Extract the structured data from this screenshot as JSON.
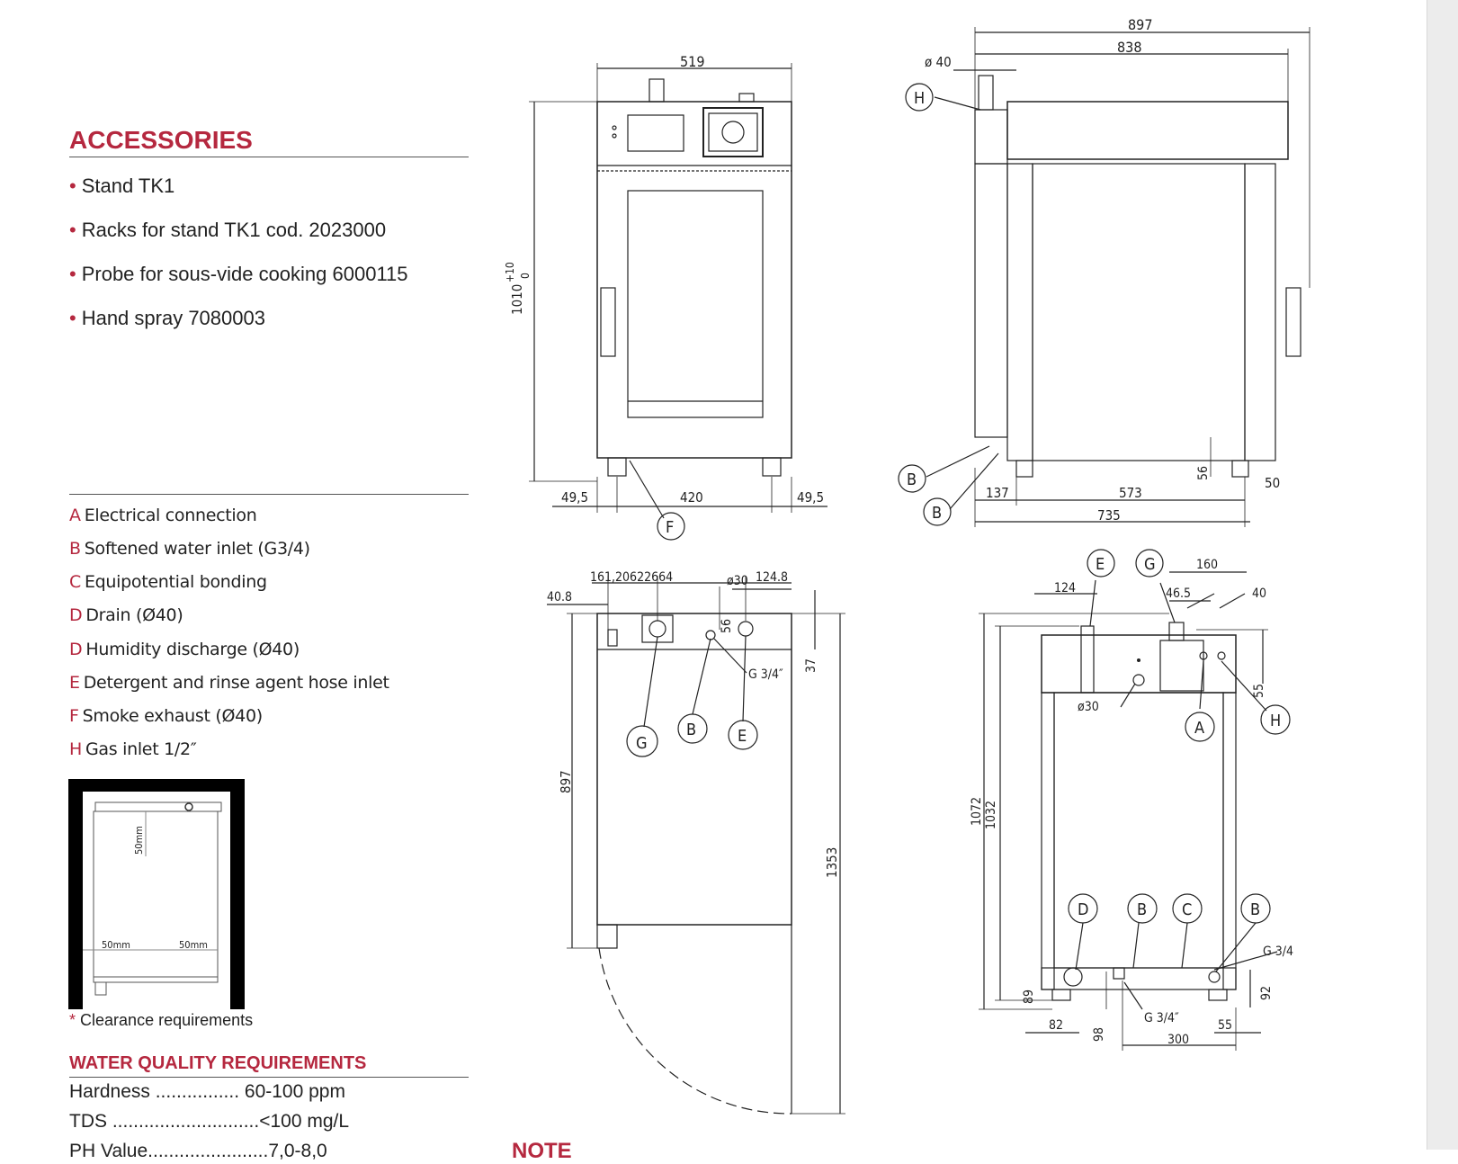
{
  "accessories": {
    "title": "ACCESSORIES",
    "items": [
      "Stand TK1",
      "Racks for stand TK1 cod. 2023000",
      "Probe for sous-vide cooking 6000115",
      "Hand spray 7080003"
    ]
  },
  "legend": [
    {
      "letter": "A",
      "text": "Electrical connection"
    },
    {
      "letter": "B",
      "text": "Softened water inlet (G3/4)"
    },
    {
      "letter": "C",
      "text": "Equipotential bonding"
    },
    {
      "letter": "D",
      "text": "Drain (Ø40)"
    },
    {
      "letter": "D",
      "text": "Humidity discharge (Ø40)"
    },
    {
      "letter": "E",
      "text": "Detergent  and rinse agent hose inlet"
    },
    {
      "letter": "F",
      "text": "Smoke exhaust (Ø40)"
    },
    {
      "letter": "H",
      "text": "Gas inlet 1/2″"
    }
  ],
  "clearance": {
    "star": "*",
    "caption": "Clearance requirements",
    "dim_top": "50mm",
    "dim_left": "50mm",
    "dim_right": "50mm"
  },
  "water_quality": {
    "title": "WATER QUALITY REQUIREMENTS",
    "rows": [
      "Hardness ................ 60-100 ppm",
      "TDS ............................<100 mg/L",
      "PH Value.......................7,0-8,0"
    ]
  },
  "note_title": "NOTE",
  "drawings": {
    "front": {
      "width": "519",
      "height": "1010",
      "tol_top": "+10",
      "tol_bottom": "0",
      "left": "49,5",
      "middle": "420",
      "right": "49,5",
      "callout": "F"
    },
    "side": {
      "overall": "897",
      "body": "838",
      "dia": "ø 40",
      "bottom_left": "137",
      "bottom_mid": "573",
      "bottom_total": "735",
      "feet": "56",
      "right": "50",
      "callouts": [
        "H",
        "B",
        "B"
      ]
    },
    "top": {
      "d1": "40.8",
      "d2": "161,20622664",
      "d3": "ø30",
      "d4": "124.8",
      "d5": "56",
      "d6": "37",
      "thread": "G 3/4″",
      "depth": "897",
      "sweep": "1353",
      "callouts": [
        "G",
        "B",
        "E"
      ]
    },
    "rear": {
      "d124": "124",
      "d160": "160",
      "d465": "46.5",
      "d40": "40",
      "d55": "55",
      "dia30": "ø30",
      "h1": "1072",
      "h2": "1032",
      "g34": "G 3/4",
      "g34b": "G 3/4″",
      "d89": "89",
      "d82": "82",
      "d98": "98",
      "d300": "300",
      "d55b": "55",
      "d92": "92",
      "callouts": [
        "E",
        "G",
        "A",
        "H",
        "D",
        "B",
        "C",
        "B"
      ]
    }
  }
}
